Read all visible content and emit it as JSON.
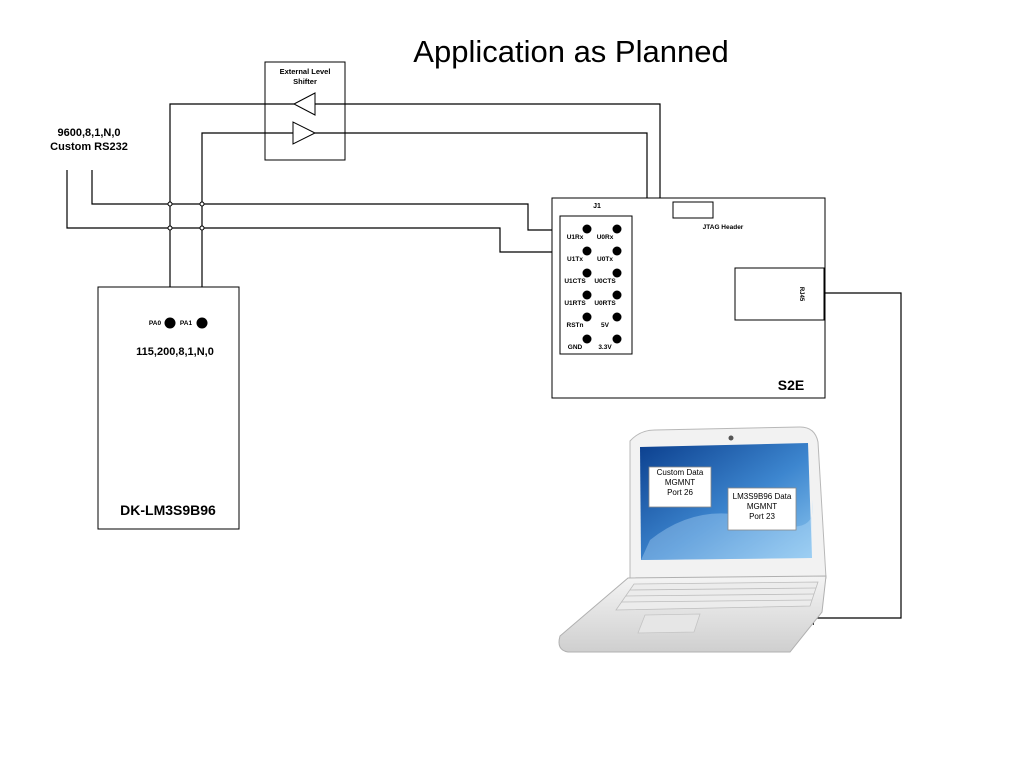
{
  "title": "Application as Planned",
  "level_shifter": {
    "label_line1": "External Level",
    "label_line2": "Shifter"
  },
  "serial_config": {
    "line1": "9600,8,1,N,0",
    "line2": "Custom RS232"
  },
  "dk_board": {
    "name": "DK-LM3S9B96",
    "baud_config": "115,200,8,1,N,0",
    "pins": [
      "PA0",
      "PA1"
    ]
  },
  "s2e_board": {
    "name": "S2E",
    "header_label": "J1",
    "jtag_label": "JTAG Header",
    "rj45_label": "RJ45",
    "j1_pins": [
      {
        "left": "U1Rx",
        "right": "U0Rx"
      },
      {
        "left": "U1Tx",
        "right": "U0Tx"
      },
      {
        "left": "U1CTS",
        "right": "U0CTS"
      },
      {
        "left": "U1RTS",
        "right": "U0RTS"
      },
      {
        "left": "RSTn",
        "right": "5V"
      },
      {
        "left": "GND",
        "right": "3.3V"
      }
    ]
  },
  "laptop": {
    "custom_box": [
      "Custom Data",
      "MGMNT",
      "Port 26"
    ],
    "lm_box": [
      "LM3S9B96 Data",
      "MGMNT",
      "Port 23"
    ]
  },
  "colors": {
    "line": "#000000",
    "screen_top": "#0b3f8e",
    "screen_bottom": "#6fb3e8"
  }
}
